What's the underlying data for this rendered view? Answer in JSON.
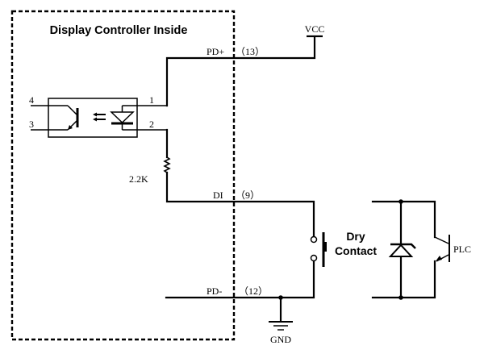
{
  "diagram": {
    "box_title": "Display Controller Inside",
    "optocoupler": {
      "pins": [
        "4",
        "3",
        "1",
        "2"
      ]
    },
    "resistor_label": "2.2K",
    "signals": {
      "pd_plus": {
        "label": "PD+",
        "pin": "（13）"
      },
      "di": {
        "label": "DI",
        "pin": "（9）"
      },
      "pd_minus": {
        "label": "PD-",
        "pin": "（12）"
      }
    },
    "vcc_label": "VCC",
    "gnd_label": "GND",
    "dry_contact_label": [
      "Dry",
      "Contact"
    ],
    "plc_label": "PLC",
    "colors": {
      "line": "#000000",
      "background": "#ffffff"
    }
  }
}
